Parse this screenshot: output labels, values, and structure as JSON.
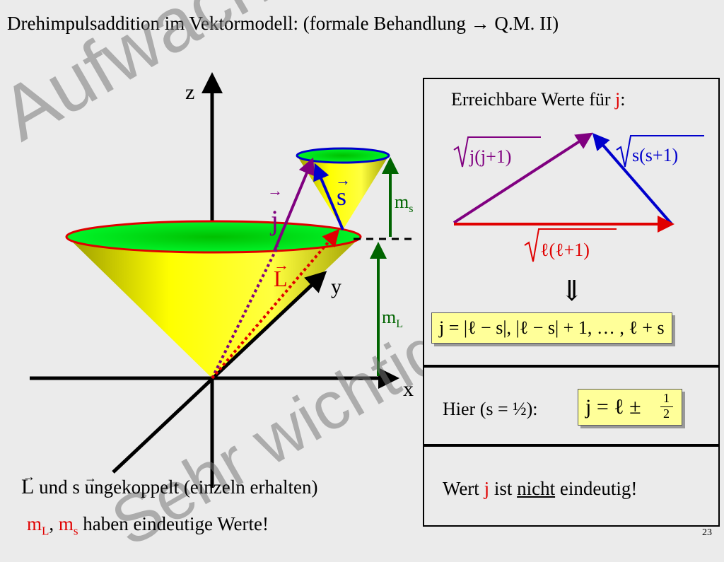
{
  "title": "Drehimpulsaddition im Vektormodell:  (formale Behandlung → Q.M. II)",
  "watermarks": {
    "top": "Aufwachen!",
    "bottom": "Sehr wichtig!"
  },
  "diagram": {
    "axis_z": "z",
    "axis_y": "y",
    "axis_x": "x",
    "vec_j": "j",
    "vec_s": "s",
    "vec_L": "L",
    "ms": "m",
    "ms_sub": "s",
    "mL": "m",
    "mL_sub": "L"
  },
  "panel1": {
    "heading": "Erreichbare Werte für",
    "heading_var": "j",
    "heading_colon": ":",
    "sqrt_j": "j(j+1)",
    "sqrt_s": "s(s+1)",
    "sqrt_l": "ℓ(ℓ+1)",
    "arrow": "⇓",
    "formula": "j = |ℓ − s|, |ℓ − s| + 1, … , ℓ + s"
  },
  "panel2": {
    "label": "Hier (s = ½):",
    "formula_lhs": "j = ℓ ±",
    "frac_num": "1",
    "frac_den": "2"
  },
  "panel3": {
    "prefix": "Wert",
    "var": "j",
    "mid": "ist",
    "nicht": "nicht",
    "suffix": "eindeutig!"
  },
  "bottom": {
    "line1_L": "L",
    "line1_und": "und",
    "line1_s": "s",
    "line1_rest": "ungekoppelt (einzeln erhalten)",
    "line2_mL": "m",
    "line2_mL_sub": "L",
    "line2_comma": ",",
    "line2_ms": "m",
    "line2_ms_sub": "s",
    "line2_rest": "haben eindeutige Werte!"
  },
  "page_number": "23",
  "colors": {
    "purple": "#800080",
    "blue": "#0000cc",
    "red": "#e00000",
    "green": "#006400",
    "cone": "#ffff00",
    "cone_top": "#00cc00"
  }
}
